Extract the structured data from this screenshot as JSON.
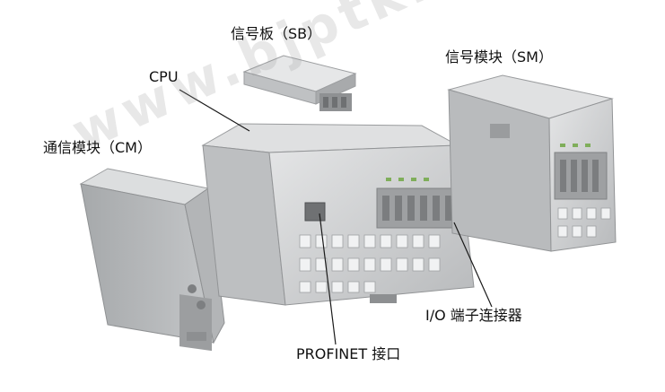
{
  "labels": {
    "signal_board": "信号板（SB）",
    "cpu": "CPU",
    "signal_module": "信号模块（SM）",
    "comm_module": "通信模块（CM）",
    "io_connector": "I/O 端子连接器",
    "profinet": "PROFINET 接口"
  },
  "watermark": "www.bjptk.com",
  "colors": {
    "module_body": "#c9cbcd",
    "module_shade": "#a9acae",
    "terminal": "#8a8d90",
    "led_green": "#7fae5a",
    "line": "#1a1a1a"
  }
}
